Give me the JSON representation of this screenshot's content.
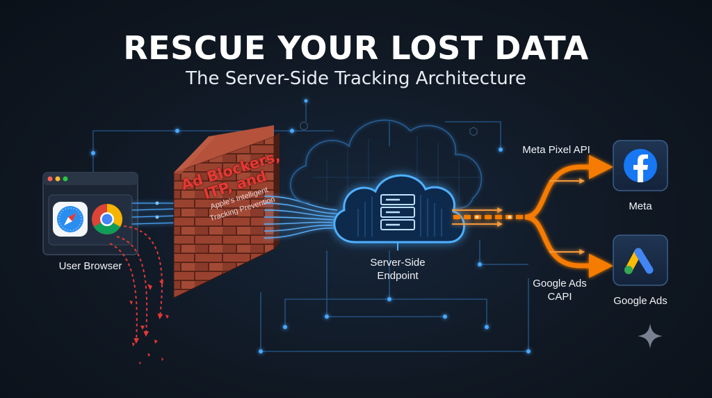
{
  "header": {
    "title": "RESCUE YOUR LOST DATA",
    "subtitle": "The Server-Side Tracking Architecture"
  },
  "browser": {
    "label": "User Browser",
    "icons": [
      "safari-icon",
      "chrome-icon"
    ]
  },
  "firewall": {
    "heading": "Ad Blockers,",
    "heading2": "ITP, and",
    "detail": "Apple's Intelligent",
    "detail2": "Tracking Prevention"
  },
  "server": {
    "label": "Server-Side",
    "label2": "Endpoint",
    "icon": "server-stack-icon"
  },
  "routes": {
    "meta_api": "Meta Pixel API",
    "google_api": "Google Ads",
    "google_api2": "CAPI"
  },
  "destinations": {
    "meta": {
      "label": "Meta",
      "icon": "facebook-icon"
    },
    "google": {
      "label": "Google Ads",
      "icon": "google-ads-icon"
    }
  },
  "colors": {
    "flow": "#f57c00",
    "glow": "#2f8bff",
    "blocked": "#e53935",
    "brick": "#8e3a2a"
  },
  "watermark": {
    "icon": "sparkle-icon"
  }
}
